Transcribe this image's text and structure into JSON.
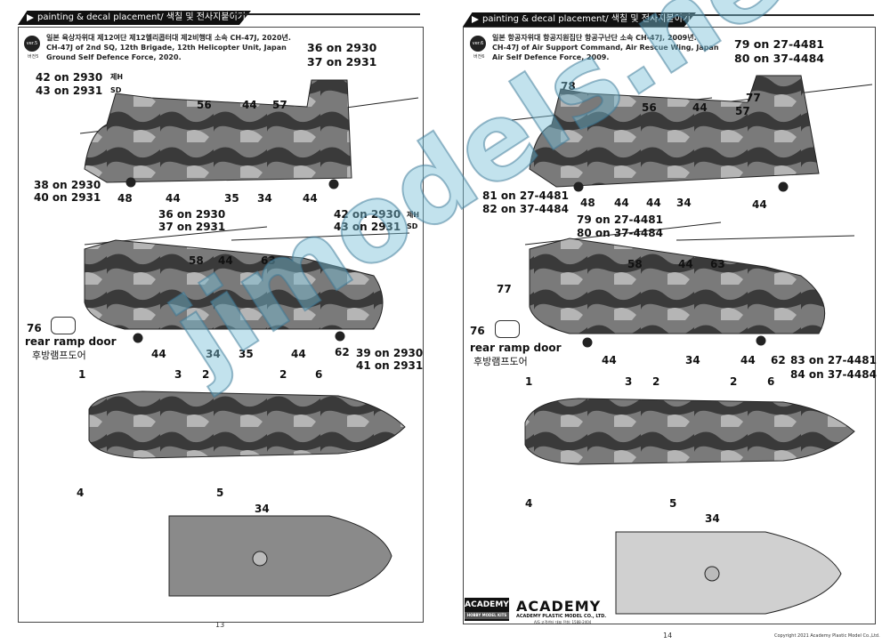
{
  "header": "painting & decal placement/ 색칠 및 전사지붙이기",
  "left": {
    "badge": "ver.5",
    "badge_sub": "버전5",
    "desc_ko": "일본 육상자위대 제12여단 제12헬리콥터대 제2비행대 소속 CH-47J, 2020년.",
    "desc_en": "CH-47J of 2nd SQ, 12th Brigade, 12th Helicopter Unit, Japan Ground Self Defence Force, 2020.",
    "labels": [
      "36 on 2930",
      "37 on 2931",
      "42 on 2930",
      "43 on 2931",
      "38 on 2930",
      "40 on 2931",
      "36 on 2930",
      "37 on 2931",
      "42 on 2930",
      "43 on 2931",
      "39 on 2930",
      "41 on 2931"
    ],
    "marks": [
      "제H",
      "SD",
      "제H",
      "SD"
    ],
    "nums": [
      "56",
      "44",
      "57",
      "48",
      "44",
      "35",
      "34",
      "44",
      "58",
      "44",
      "63",
      "76",
      "44",
      "34",
      "35",
      "44",
      "62",
      "1",
      "3",
      "2",
      "2",
      "6",
      "4",
      "5",
      "34"
    ],
    "rear_ramp": "rear ramp door",
    "rear_ramp_ko": "후방램프도어",
    "page": "13"
  },
  "right": {
    "badge": "ver.6",
    "badge_sub": "버전6",
    "desc_ko": "일본 항공자위대 항공지원집단 항공구난단 소속 CH-47J, 2009년.",
    "desc_en": "CH-47J of Air Support Command, Air Rescue Wing, Japan Air Self Defence Force, 2009.",
    "labels": [
      "79 on 27-4481",
      "80 on 37-4484",
      "81 on 27-4481",
      "82 on 37-4484",
      "79 on 27-4481",
      "80 on 37-4484",
      "83 on 27-4481",
      "84 on 37-4484"
    ],
    "nums": [
      "78",
      "77",
      "56",
      "44",
      "57",
      "48",
      "44",
      "44",
      "34",
      "44",
      "77",
      "58",
      "44",
      "63",
      "76",
      "44",
      "34",
      "44",
      "62",
      "1",
      "3",
      "2",
      "2",
      "6",
      "4",
      "5",
      "34"
    ],
    "rear_ramp": "rear ramp door",
    "rear_ramp_ko": "후방램프도어",
    "logo_box": "ACADEMY",
    "logo_box_sub": "HOBBY MODEL KITS",
    "logo": "ACADEMY",
    "logo_sub": "ACADEMY PLASTIC MODEL CO., LTD.",
    "logo_sub2": "A/S 고객센터 대표 전화: 1588-2404",
    "page": "14",
    "copyright": "Copyright 2021 Academy Plastic Model Co.,Ltd."
  },
  "watermark": "jimodels.net",
  "colors": {
    "camo_dark": "#3a3a3a",
    "camo_mid": "#7a7a7a",
    "camo_light": "#b5b5b5",
    "gray": "#9a9a9a",
    "light_gray": "#d0d0d0"
  }
}
